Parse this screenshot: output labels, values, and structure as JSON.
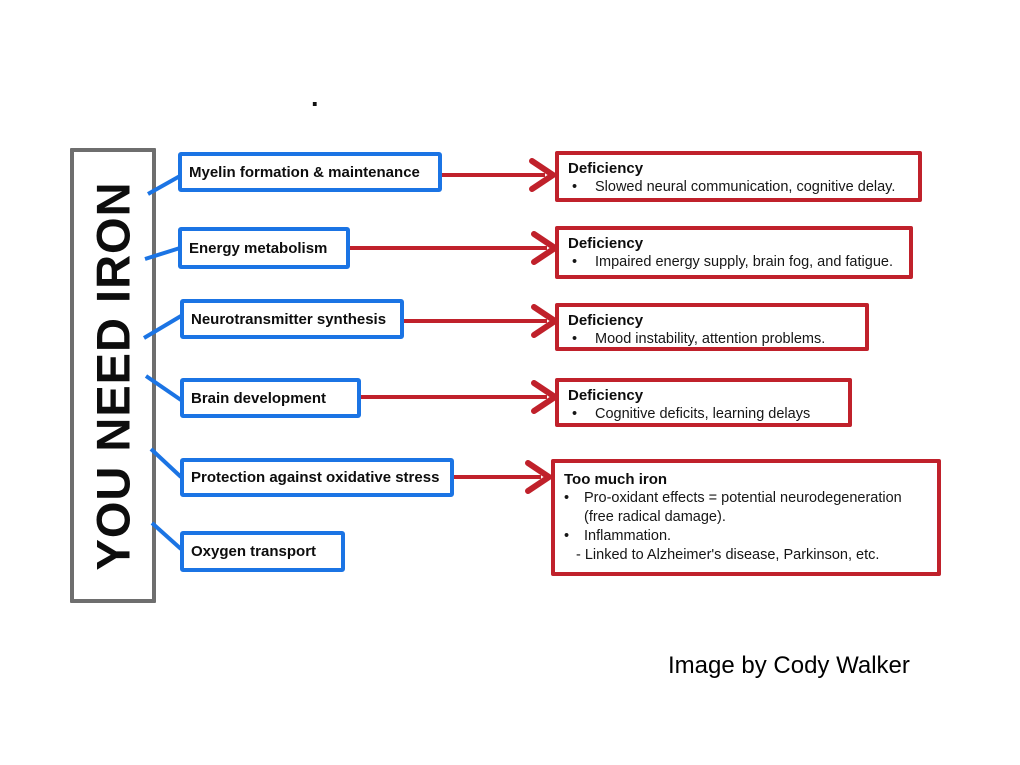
{
  "slide": {
    "credit": "Image by Cody Walker",
    "stray_mark": "."
  },
  "ui": {
    "bullet_glyph": "•"
  },
  "diagram": {
    "root": {
      "label": "YOU NEED IRON"
    },
    "functions": [
      {
        "label": "Myelin formation & maintenance"
      },
      {
        "label": "Energy metabolism"
      },
      {
        "label": "Neurotransmitter synthesis"
      },
      {
        "label": "Brain development"
      },
      {
        "label": "Protection against oxidative stress"
      },
      {
        "label": "Oxygen transport"
      }
    ],
    "outcomes": [
      {
        "title": "Deficiency",
        "bullets": [
          "Slowed neural communication, cognitive delay."
        ]
      },
      {
        "title": "Deficiency",
        "bullets": [
          "Impaired energy supply, brain fog, and fatigue."
        ]
      },
      {
        "title": "Deficiency",
        "bullets": [
          "Mood instability, attention problems."
        ]
      },
      {
        "title": "Deficiency",
        "bullets": [
          "Cognitive deficits, learning delays"
        ]
      },
      {
        "title": "Too much iron",
        "bullets": [
          "Pro-oxidant effects = potential neurodegeneration (free radical damage).",
          "Inflammation."
        ],
        "note": "- Linked to Alzheimer's disease, Parkinson, etc."
      }
    ],
    "colors": {
      "blue": "#1b74e4",
      "red": "#c0212b",
      "grey": "#6e6e6e",
      "text": "#111111"
    }
  }
}
